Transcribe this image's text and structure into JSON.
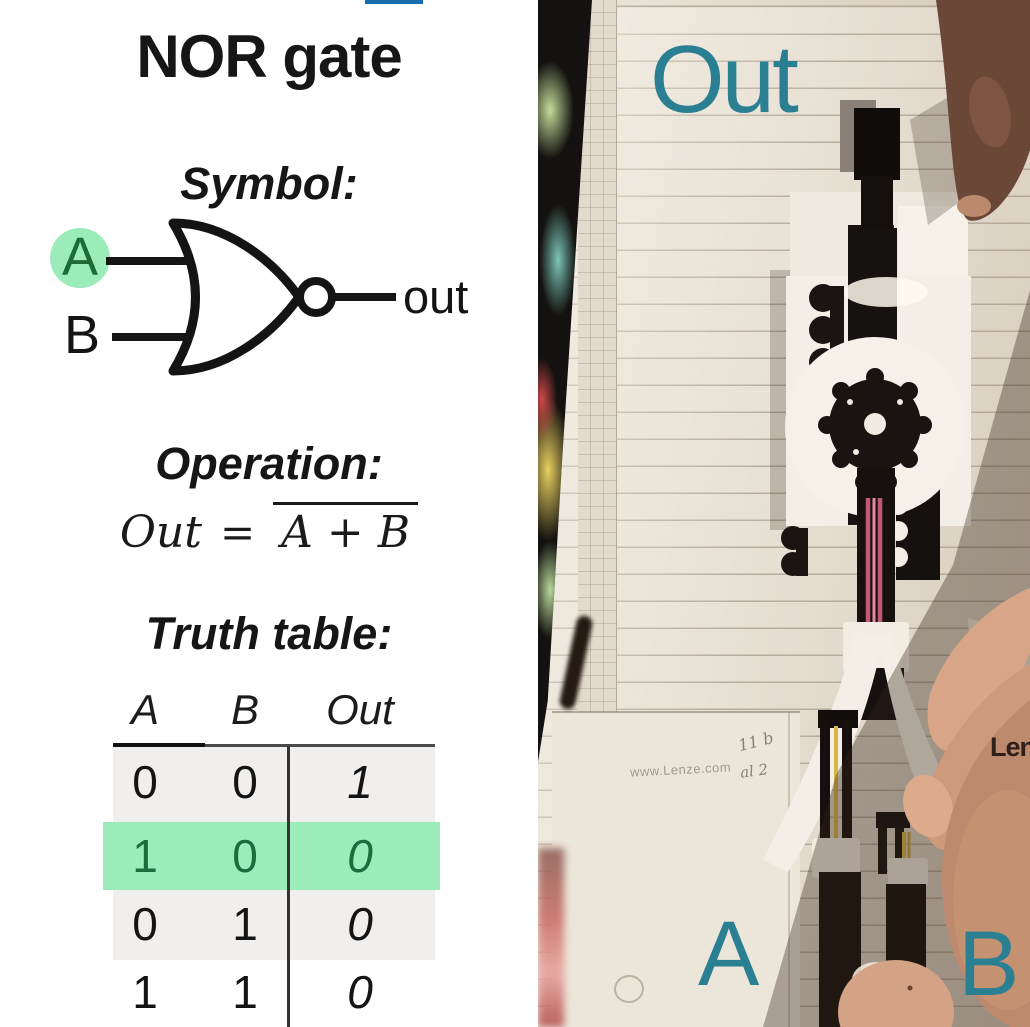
{
  "video_progress_bar": {
    "color": "#1b6db2"
  },
  "left_panel": {
    "title": "NOR gate",
    "symbol_section": {
      "heading": "Symbol:",
      "input_a_label": "A",
      "input_b_label": "B",
      "output_label": "out",
      "input_a_highlight_color": "#9cecb9",
      "input_a_text_color": "#1d6a35"
    },
    "operation_section": {
      "heading": "Operation:",
      "formula_lhs": "Out",
      "formula_equals": "=",
      "formula_rhs_overlined": "A + B"
    },
    "truth_table_section": {
      "heading": "Truth table:",
      "columns": [
        "A",
        "B",
        "Out"
      ],
      "rows": [
        {
          "a": "0",
          "b": "0",
          "out": "1",
          "highlighted": false
        },
        {
          "a": "1",
          "b": "0",
          "out": "0",
          "highlighted": true
        },
        {
          "a": "0",
          "b": "1",
          "out": "0",
          "highlighted": false
        },
        {
          "a": "1",
          "b": "1",
          "out": "0",
          "highlighted": false
        }
      ],
      "highlight_color": "#9cecb9",
      "highlight_text_color": "#1e6b3c",
      "row_bg_color": "#f0efed"
    }
  },
  "photo_panel": {
    "output_label": "Out",
    "input_a_label": "A",
    "input_b_label": "B",
    "label_color": "#2b7f92",
    "paper_watermark": "www.Lenze.com",
    "handwriting_note_1": "11 b",
    "handwriting_note_2": "al 2",
    "partial_brand_text": "Len"
  }
}
